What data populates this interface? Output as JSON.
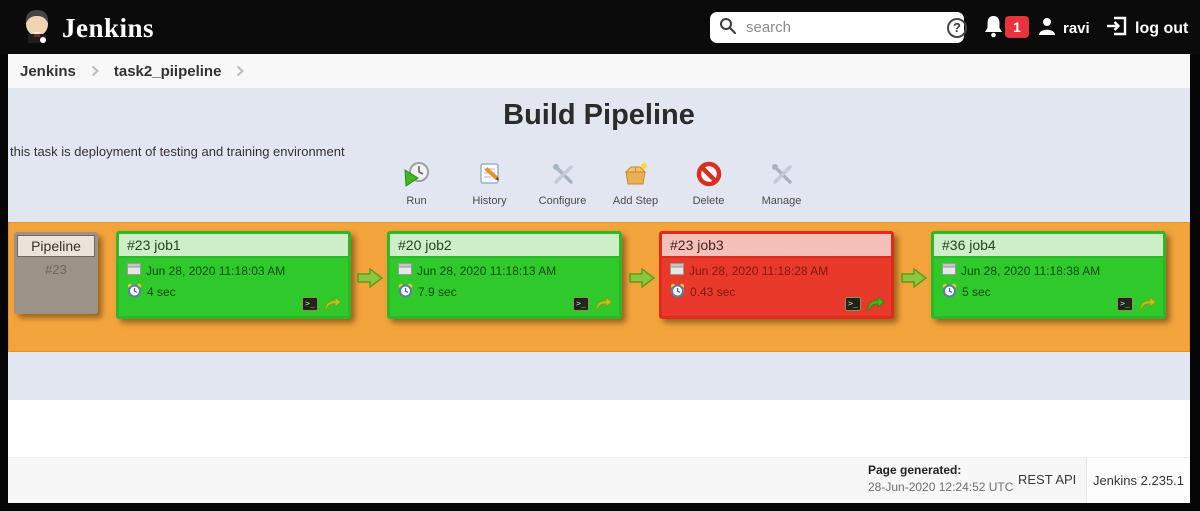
{
  "header": {
    "brand": "Jenkins",
    "search_placeholder": "search",
    "notification_count": "1",
    "username": "ravi",
    "logout_label": "log out"
  },
  "breadcrumb": {
    "root": "Jenkins",
    "current": "task2_piipeline"
  },
  "page": {
    "title": "Build Pipeline",
    "description": "this task is deployment of testing and training environment"
  },
  "toolbar": {
    "buttons": [
      {
        "label": "Run"
      },
      {
        "label": "History"
      },
      {
        "label": "Configure"
      },
      {
        "label": "Add Step"
      },
      {
        "label": "Delete"
      },
      {
        "label": "Manage"
      }
    ]
  },
  "pipeline": {
    "head": {
      "title": "Pipeline",
      "build": "#23"
    },
    "jobs": [
      {
        "title": "#23 job1",
        "date": "Jun 28, 2020 11:18:03 AM",
        "duration": "4 sec",
        "status": "success"
      },
      {
        "title": "#20 job2",
        "date": "Jun 28, 2020 11:18:13 AM",
        "duration": "7.9 sec",
        "status": "success"
      },
      {
        "title": "#23 job3",
        "date": "Jun 28, 2020 11:18:28 AM",
        "duration": "0.43 sec",
        "status": "failure"
      },
      {
        "title": "#36 job4",
        "date": "Jun 28, 2020 11:18:38 AM",
        "duration": "5 sec",
        "status": "success"
      }
    ]
  },
  "footer": {
    "generated_label": "Page generated:",
    "generated_value": "28-Jun-2020 12:24:52 UTC",
    "rest_api": "REST API",
    "version": "Jenkins 2.235.1"
  },
  "icons": {
    "console_glyph": ">_"
  },
  "colors": {
    "pipeline_row_bg": "#f4a43c",
    "success_green": "#30c92c",
    "success_header": "#cdeec6",
    "failure_red": "#e8392b",
    "failure_header": "#f5c0ba",
    "badge_red": "#e8323c",
    "topbar_black": "#0b0b0b",
    "main_bg": "#e1e6f1"
  }
}
